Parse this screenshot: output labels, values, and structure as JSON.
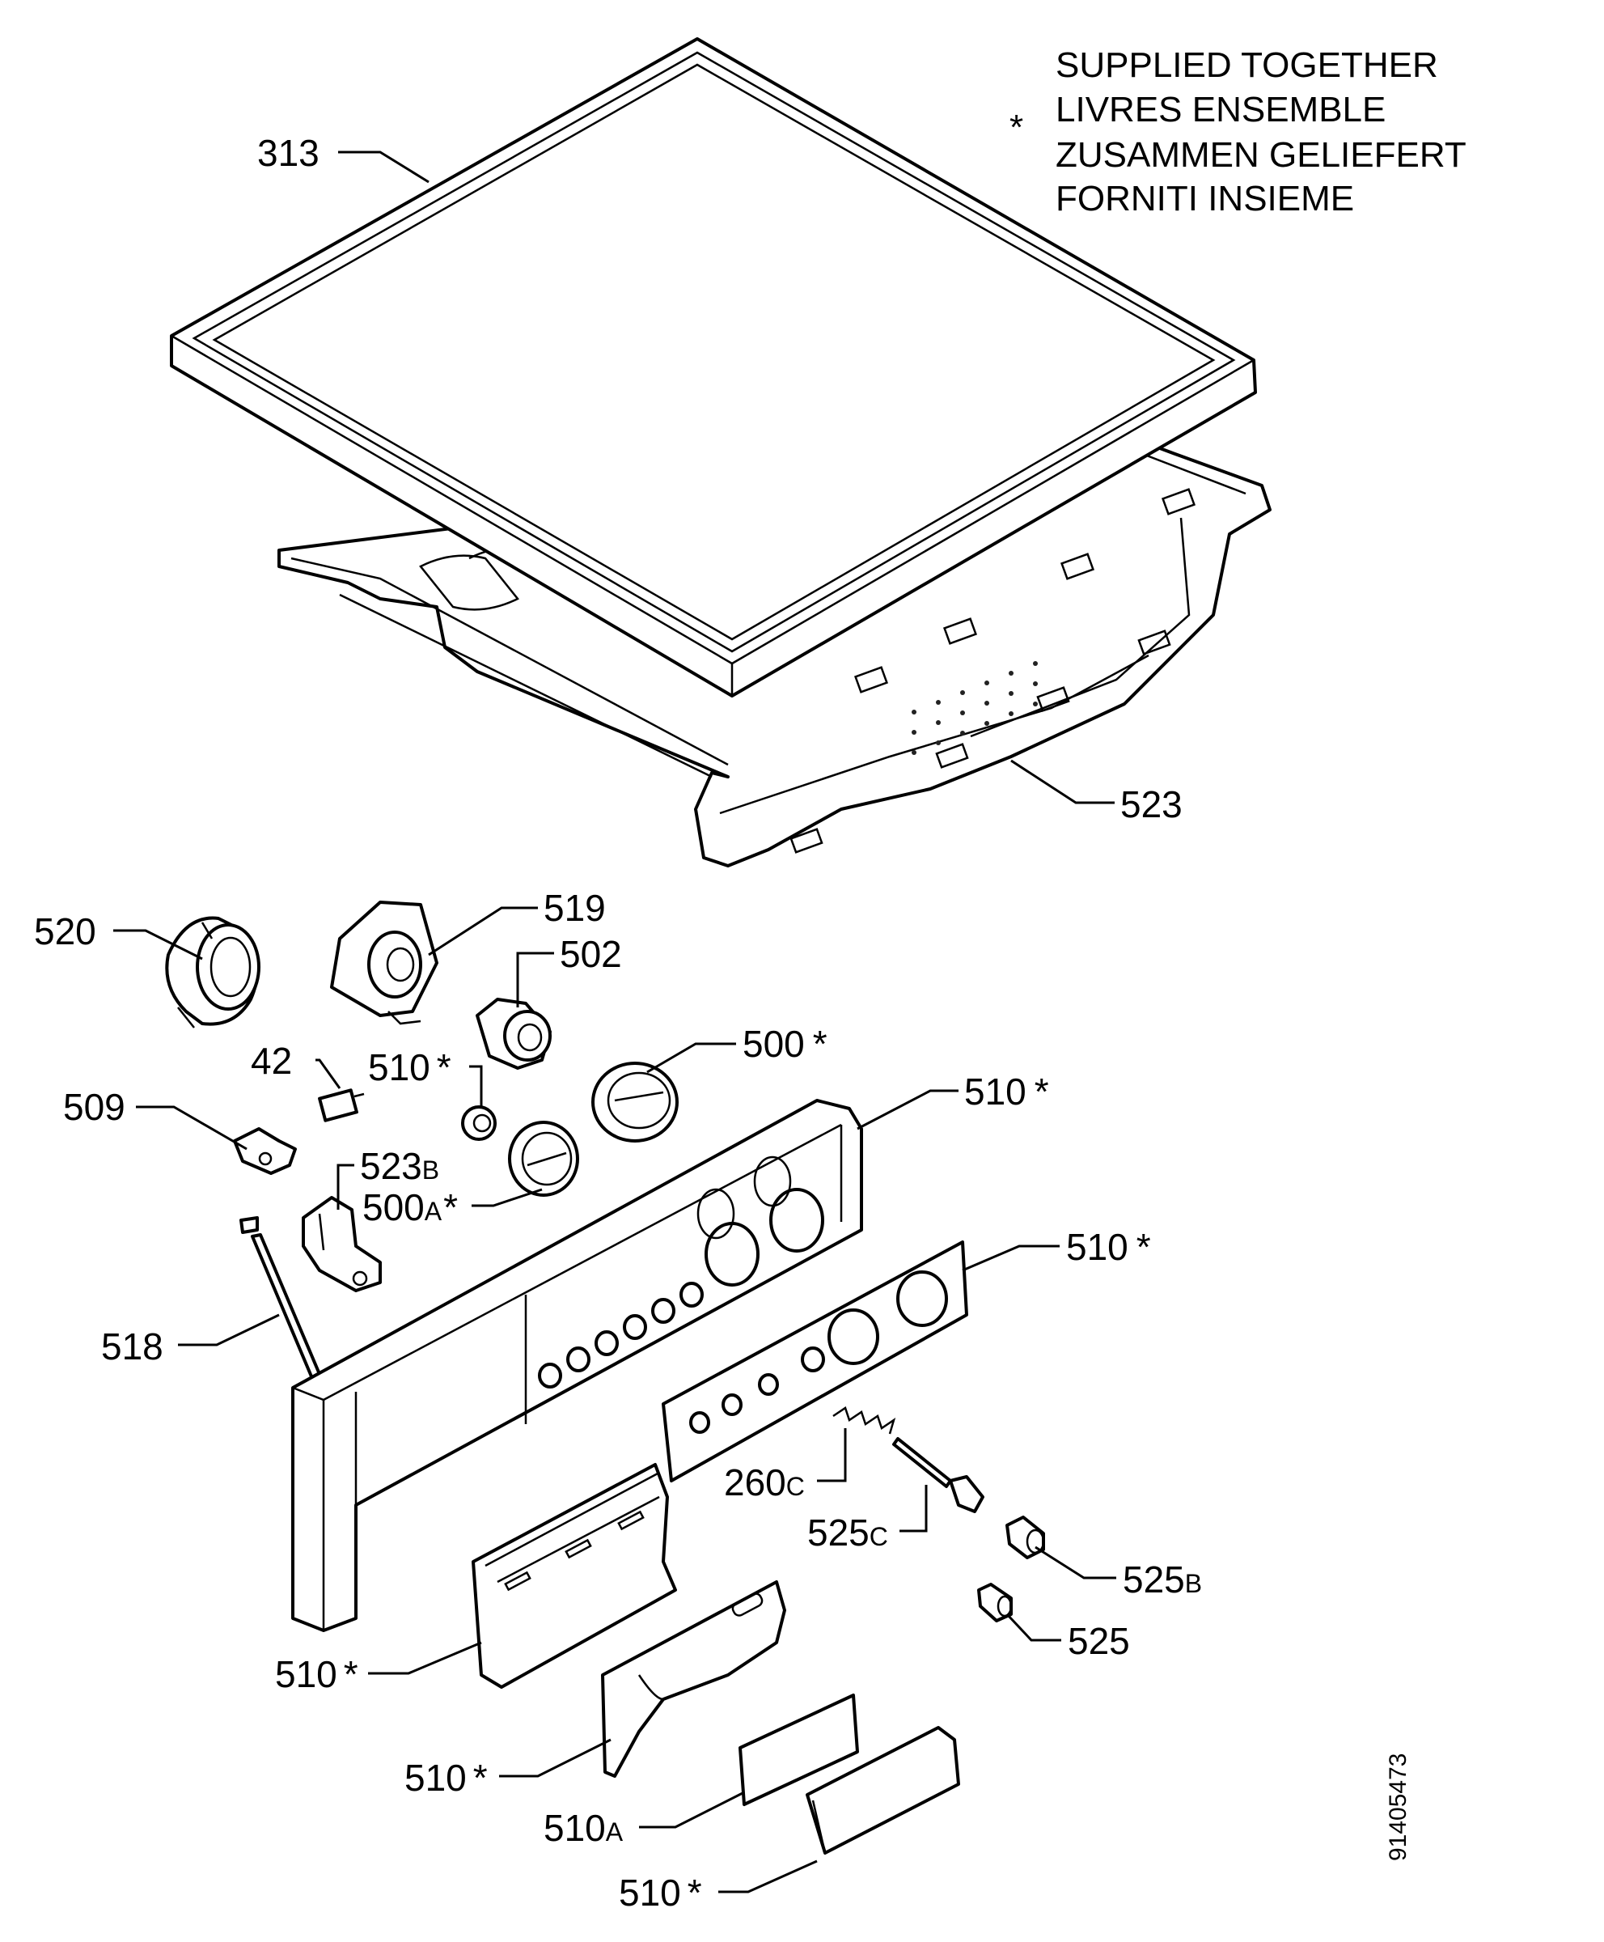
{
  "legend": {
    "symbol": "*",
    "lines": [
      "SUPPLIED TOGETHER",
      "LIVRES ENSEMBLE",
      "ZUSAMMEN GELIEFERT",
      "FORNITI INSIEME"
    ]
  },
  "labels": {
    "l313": "313",
    "l523": "523",
    "l520": "520",
    "l519": "519",
    "l502": "502",
    "l500": "500",
    "l42": "42",
    "l510_knob": "510",
    "l509": "509",
    "l510_frame": "510",
    "l523B": "523",
    "l523B_suffix": "B",
    "l500A": "500",
    "l500A_suffix": "A",
    "l510_insert": "510",
    "l518": "518",
    "l260C": "260",
    "l260C_suffix": "C",
    "l525C": "525",
    "l525C_suffix": "C",
    "l525B": "525",
    "l525B_suffix": "B",
    "l525": "525",
    "l510_drawer": "510",
    "l510_handle": "510",
    "l510A": "510",
    "l510A_suffix": "A",
    "l510_cap": "510",
    "star": "*"
  },
  "drawing_number": "91405473"
}
